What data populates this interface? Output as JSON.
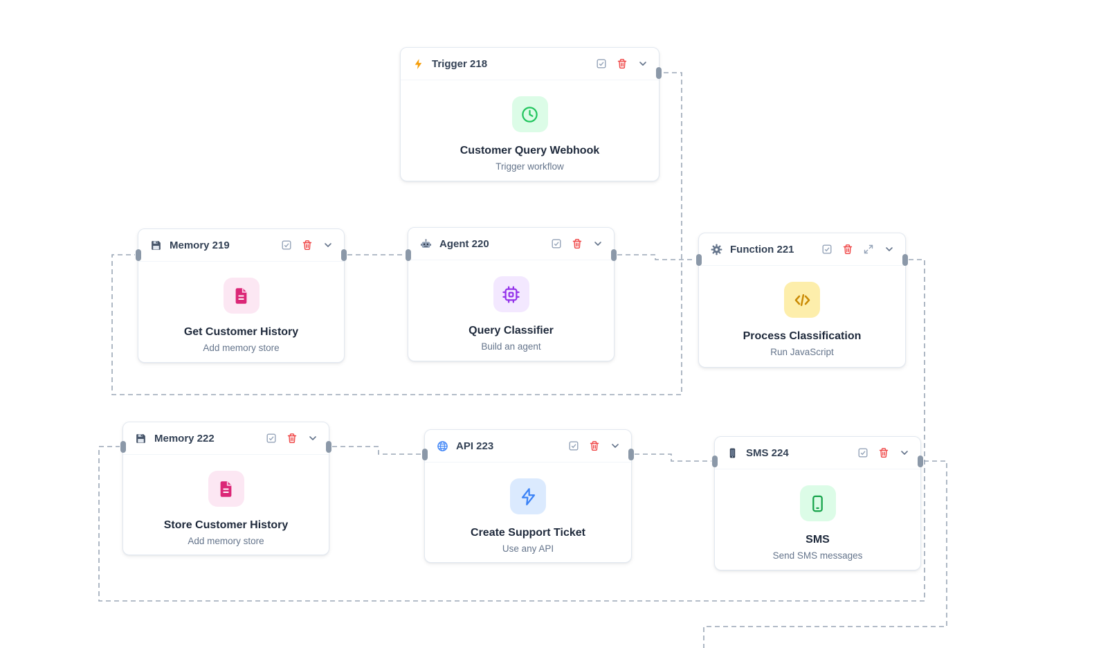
{
  "app": {
    "type": "workflow-canvas"
  },
  "colors": {
    "canvas_bg": "#ffffff",
    "node_border": "#e2e8f0",
    "edge": "#9aa6b6",
    "connector_handle": "#8b98a8",
    "title_text": "#334155",
    "name_text": "#1e293b",
    "subtitle_text": "#64748b",
    "checkbox_icon": "#94a3b8",
    "delete_icon": "#ef4444",
    "trigger_accent": "#22c55e",
    "memory_accent": "#db2777",
    "agent_accent": "#9333ea",
    "function_accent": "#ca8a04",
    "api_accent": "#3b82f6",
    "sms_accent": "#16a34a"
  },
  "nodes": [
    {
      "title": "Trigger 218",
      "header_icon": "lightning-icon",
      "body_icon": "clock-icon",
      "icon_bg": "#dcfce7",
      "icon_color": "#22c55e",
      "name": "Customer Query Webhook",
      "subtitle": "Trigger workflow",
      "controls": [
        "select-checkbox",
        "delete-button",
        "collapse-chevron"
      ]
    },
    {
      "title": "Memory 219",
      "header_icon": "floppy-disk-icon",
      "body_icon": "document-icon",
      "icon_bg": "#fce7f3",
      "icon_color": "#db2777",
      "name": "Get Customer History",
      "subtitle": "Add memory store",
      "controls": [
        "select-checkbox",
        "delete-button",
        "collapse-chevron"
      ]
    },
    {
      "title": "Agent 220",
      "header_icon": "robot-icon",
      "body_icon": "cpu-chip-icon",
      "icon_bg": "#f3e8ff",
      "icon_color": "#9333ea",
      "name": "Query Classifier",
      "subtitle": "Build an agent",
      "controls": [
        "select-checkbox",
        "delete-button",
        "collapse-chevron"
      ]
    },
    {
      "title": "Function 221",
      "header_icon": "gear-icon",
      "body_icon": "code-icon",
      "icon_bg": "#fdeeab",
      "icon_color": "#ca8a04",
      "name": "Process Classification",
      "subtitle": "Run JavaScript",
      "controls": [
        "select-checkbox",
        "delete-button",
        "expand-button",
        "collapse-chevron"
      ]
    },
    {
      "title": "Memory 222",
      "header_icon": "floppy-disk-icon",
      "body_icon": "document-icon",
      "icon_bg": "#fce7f3",
      "icon_color": "#db2777",
      "name": "Store Customer History",
      "subtitle": "Add memory store",
      "controls": [
        "select-checkbox",
        "delete-button",
        "collapse-chevron"
      ]
    },
    {
      "title": "API 223",
      "header_icon": "globe-icon",
      "body_icon": "lightning-bolt-icon",
      "icon_bg": "#dbeafe",
      "icon_color": "#3b82f6",
      "name": "Create Support Ticket",
      "subtitle": "Use any API",
      "controls": [
        "select-checkbox",
        "delete-button",
        "collapse-chevron"
      ]
    },
    {
      "title": "SMS 224",
      "header_icon": "mobile-phone-icon",
      "body_icon": "smartphone-icon",
      "icon_bg": "#dcfce7",
      "icon_color": "#16a34a",
      "name": "SMS",
      "subtitle": "Send SMS messages",
      "controls": [
        "select-checkbox",
        "delete-button",
        "collapse-chevron"
      ]
    }
  ],
  "connections": [
    {
      "from": "Trigger 218",
      "to": "Memory 219"
    },
    {
      "from": "Memory 219",
      "to": "Agent 220"
    },
    {
      "from": "Agent 220",
      "to": "Function 221"
    },
    {
      "from": "Function 221",
      "to": "Memory 222"
    },
    {
      "from": "Memory 222",
      "to": "API 223"
    },
    {
      "from": "API 223",
      "to": "SMS 224"
    },
    {
      "from": "SMS 224",
      "to": null
    }
  ]
}
